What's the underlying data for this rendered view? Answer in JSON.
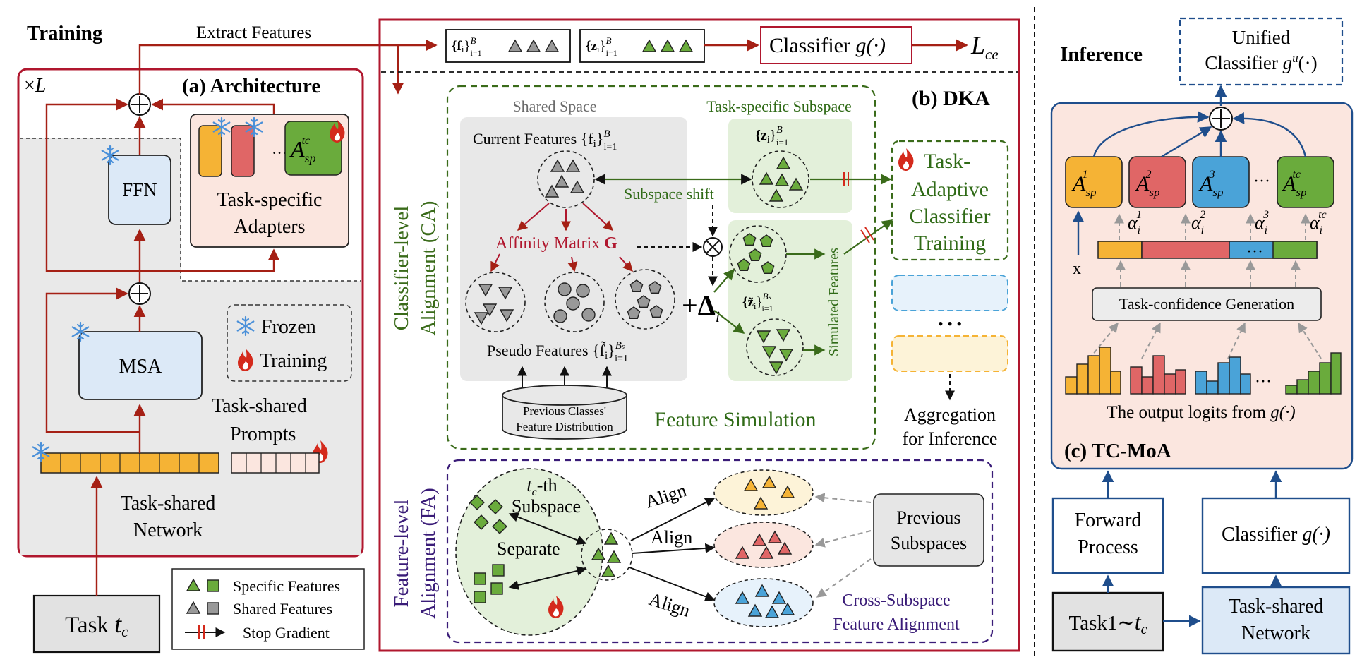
{
  "training": {
    "title": "Training",
    "extract_features": "Extract Features",
    "repeat_prefix": "×",
    "repeat_var": "L",
    "panel_a_title": "(a) Architecture",
    "ffn": "FFN",
    "msa": "MSA",
    "adapters_line1": "Task-specific",
    "adapters_line2": "Adapters",
    "adapter_symbol": "A",
    "adapter_sub": "sp",
    "adapter_sup": "tc",
    "adapter_dots": "···",
    "legend_frozen": "Frozen",
    "legend_training": "Training",
    "prompts_line1": "Task-shared",
    "prompts_line2": "Prompts",
    "network_line1": "Task-shared",
    "network_line2": "Network",
    "task_input": "Task",
    "task_var": "t",
    "task_sub": "c",
    "legend_specific": "Specific Features",
    "legend_shared": "Shared Features",
    "legend_stop_gradient": "Stop Gradient"
  },
  "top_row": {
    "f_set": "{f",
    "f_sub": "i",
    "f_close": "}",
    "f_sup": "B",
    "f_lower": "i=1",
    "z_set": "{z",
    "classifier": "Classifier",
    "classifier_fn": "g(·)",
    "loss": "L",
    "loss_sub": "ce"
  },
  "dka": {
    "title": "(b) DKA",
    "ca_line1": "Classifier-level",
    "ca_line2": "Alignment (CA)",
    "shared_space": "Shared Space",
    "current_features": "Current Features {f",
    "current_features_tail": "}",
    "task_subspace": "Task-specific Subspace",
    "z_label": "{z",
    "subspace_shift": "Subspace shift",
    "affinity_matrix": "Affinity Matrix",
    "affinity_bold": "G",
    "pseudo_features": "Pseudo Features {f̃",
    "prev_dist_line1": "Previous Classes'",
    "prev_dist_line2": "Feature Distribution",
    "plus_delta": "+Δ",
    "delta_sub": "i",
    "z_tilde": "{z̃",
    "z_tilde_sup": "B",
    "z_tilde_sup_sub": "s",
    "simulated_features": "Simulated Features",
    "feature_simulation": "Feature Simulation",
    "tac_line1": "Task-",
    "tac_line2": "Adaptive",
    "tac_line3": "Classifier",
    "tac_line4": "Training",
    "ellipsis": "• • •",
    "aggregation_line1": "Aggregation",
    "aggregation_line2": "for Inference",
    "fa_line1": "Feature-level",
    "fa_line2": "Alignment (FA)",
    "subspace_var": "t",
    "subspace_sub": "c",
    "subspace_th": "-th",
    "subspace_word": "Subspace",
    "separate": "Separate",
    "align": "Align",
    "previous_subspaces_line1": "Previous",
    "previous_subspaces_line2": "Subspaces",
    "cross_subspace_line1": "Cross-Subspace",
    "cross_subspace_line2": "Feature Alignment"
  },
  "inference": {
    "title": "Inference",
    "unified_line1": "Unified",
    "unified_line2": "Classifier",
    "unified_fn": "g",
    "unified_sup": "u",
    "unified_tail": "(·)",
    "adapter_sups": [
      "1",
      "2",
      "3",
      "tc"
    ],
    "alpha": "α",
    "alpha_sub": "i",
    "x_label": "x",
    "confidence": "Task-confidence Generation",
    "logits_caption": "The output logits from",
    "logits_fn": "g(·)",
    "panel_c_title": "(c) TC-MoA",
    "forward_line1": "Forward",
    "forward_line2": "Process",
    "classifier": "Classifier",
    "classifier_fn": "g(·)",
    "task_range": "Task1∼",
    "task_var": "t",
    "task_sub": "c",
    "network_line1": "Task-shared",
    "network_line2": "Network",
    "dots": "···"
  },
  "colors": {
    "red_frame": "#b0172e",
    "dark_red_arrow": "#a52015",
    "green_frame": "#3a6b1a",
    "green_text": "#2f6a16",
    "purple_frame": "#3a1c78",
    "blue_frame": "#1f4e8c",
    "orange": "#f5b335",
    "pink_red": "#e06666",
    "blue": "#4aa3d8",
    "green": "#6aab3c",
    "gray_panel": "#e8e8e8",
    "pink_panel": "#fbe6df",
    "light_blue_box": "#dce9f7"
  },
  "icons": [
    "snowflake-icon",
    "flame-icon",
    "stop-gradient-icon",
    "plus-circle-icon",
    "otimes-icon"
  ]
}
